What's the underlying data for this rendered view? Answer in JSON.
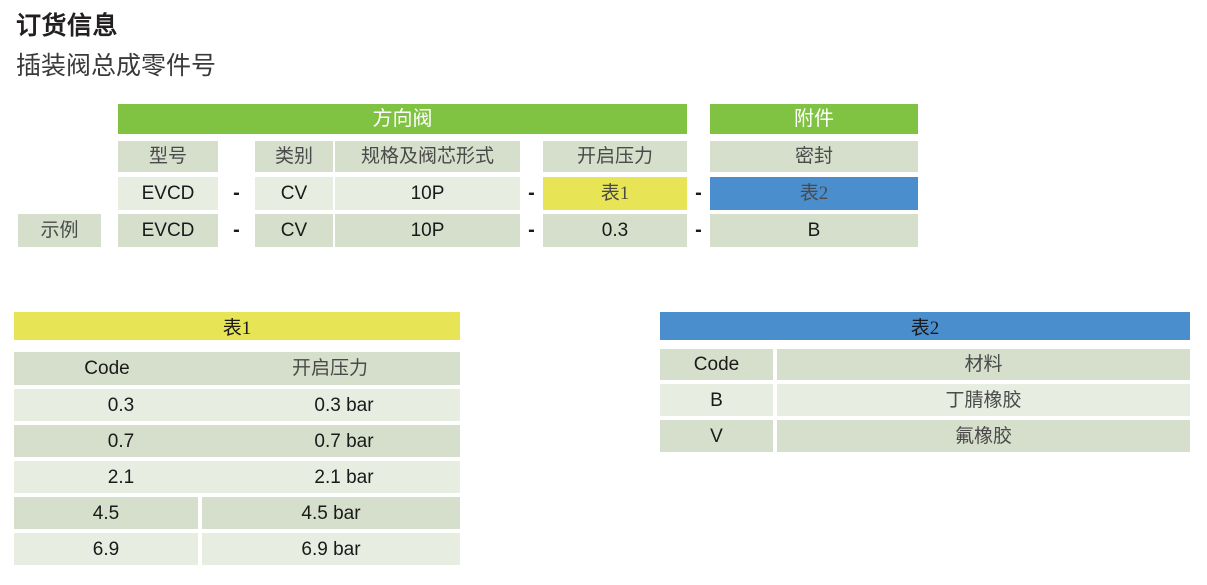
{
  "page": {
    "title": "订货信息",
    "subtitle": "插装阀总成零件号"
  },
  "colors": {
    "green": "#80c342",
    "olive": "#d5dfcb",
    "row_light": "#e8edE1",
    "row_dark": "#d5dfcb",
    "yellow": "#e7e455",
    "blue": "#4a8ecd"
  },
  "part_number_table": {
    "groups": [
      {
        "label": "方向阀"
      },
      {
        "label": "附件"
      }
    ],
    "column_headers": [
      "型号",
      "类别",
      "规格及阀芯形式",
      "开启压力",
      "密封"
    ],
    "code_row": {
      "label": "",
      "values": [
        "EVCD",
        "CV",
        "10P",
        "表1",
        "表2"
      ]
    },
    "example_row": {
      "label": "示例",
      "values": [
        "EVCD",
        "CV",
        "10P",
        "0.3",
        "B"
      ]
    },
    "separator": "-"
  },
  "table1": {
    "title": "表1",
    "columns": [
      "Code",
      "开启压力"
    ],
    "rows": [
      {
        "code": "0.3",
        "value": "0.3 bar"
      },
      {
        "code": "0.7",
        "value": "0.7 bar"
      },
      {
        "code": "2.1",
        "value": "2.1 bar"
      },
      {
        "code": "4.5",
        "value": "4.5 bar"
      },
      {
        "code": "6.9",
        "value": "6.9 bar"
      }
    ]
  },
  "table2": {
    "title": "表2",
    "columns": [
      "Code",
      "材料"
    ],
    "rows": [
      {
        "code": "B",
        "value": "丁腈橡胶"
      },
      {
        "code": "V",
        "value": "氟橡胶"
      }
    ]
  }
}
